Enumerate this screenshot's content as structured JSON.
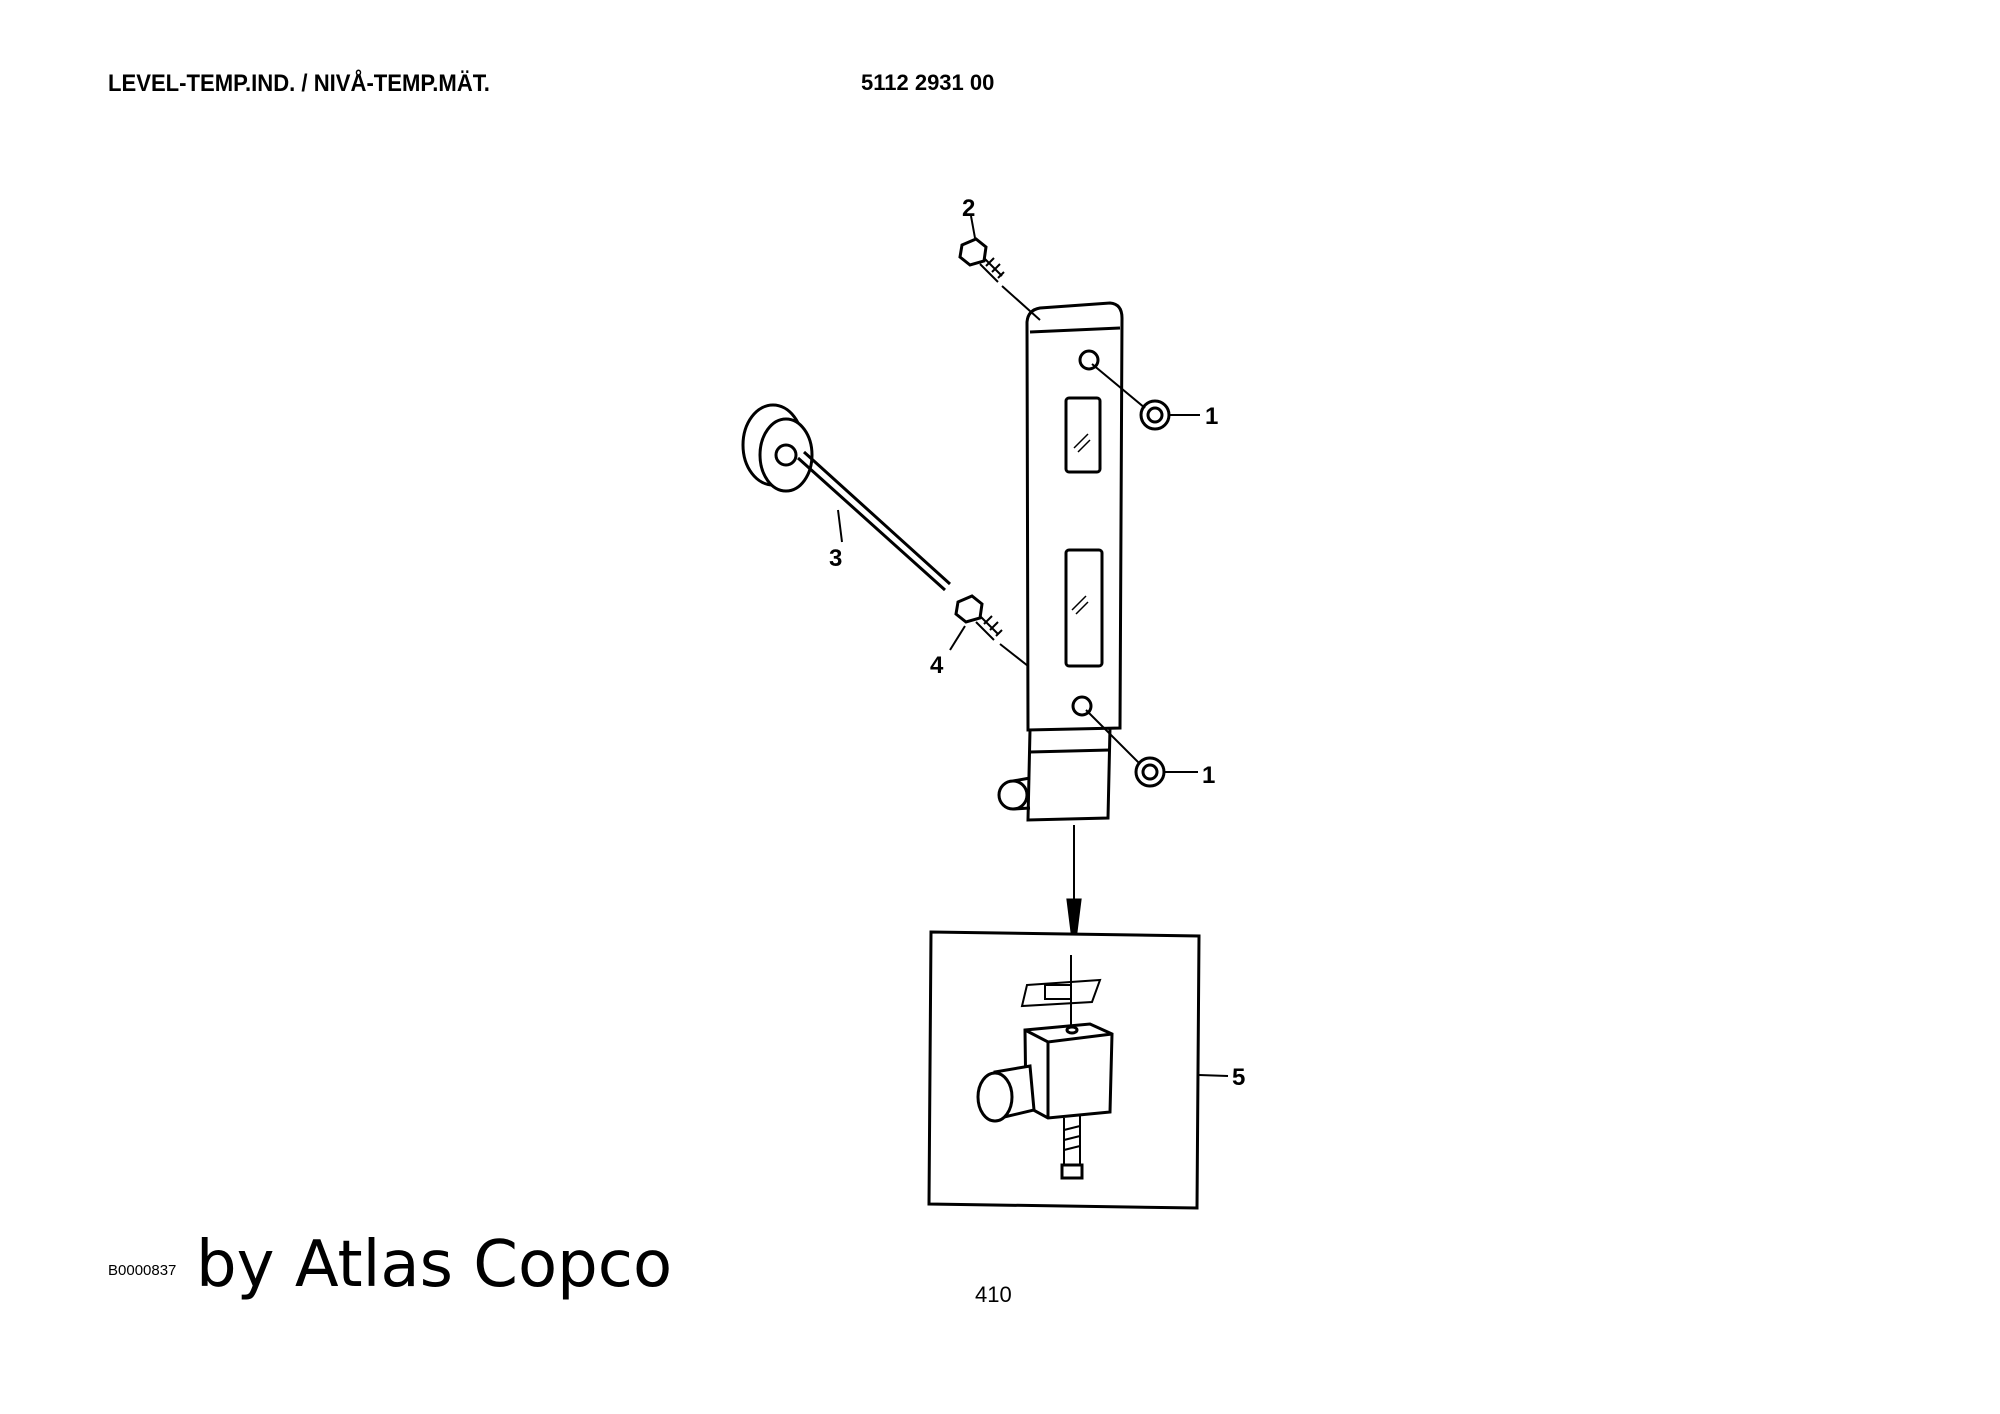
{
  "header": {
    "title": "LEVEL-TEMP.IND. / NIVÅ-TEMP.MÄT.",
    "part_number": "5112 2931 00"
  },
  "diagram": {
    "callouts": [
      "1",
      "2",
      "3",
      "4",
      "1",
      "5"
    ]
  },
  "footer": {
    "reference": "B0000837",
    "brand": "by Atlas Copco",
    "page_number": "410"
  }
}
